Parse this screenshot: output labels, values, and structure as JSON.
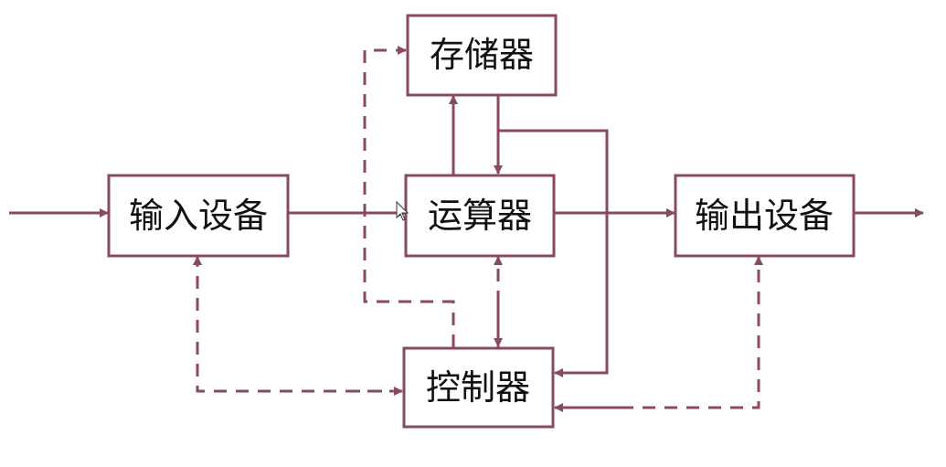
{
  "diagram": {
    "colors": {
      "line": "#8a4a5e",
      "text": "#111111",
      "box_fill": "#ffffff"
    },
    "nodes": {
      "input": {
        "label": "输入设备"
      },
      "memory": {
        "label": "存储器"
      },
      "alu": {
        "label": "运算器"
      },
      "output": {
        "label": "输出设备"
      },
      "control": {
        "label": "控制器"
      }
    },
    "edges": [
      {
        "from": "external",
        "to": "input",
        "style": "solid"
      },
      {
        "from": "input",
        "to": "alu",
        "style": "solid"
      },
      {
        "from": "alu",
        "to": "memory",
        "style": "solid"
      },
      {
        "from": "memory",
        "to": "alu",
        "style": "solid"
      },
      {
        "from": "memory",
        "to": "control",
        "style": "solid"
      },
      {
        "from": "alu",
        "to": "output",
        "style": "solid"
      },
      {
        "from": "output",
        "to": "external",
        "style": "solid"
      },
      {
        "from": "control",
        "to": "memory",
        "style": "dashed"
      },
      {
        "from": "control",
        "to": "alu",
        "style": "dashed"
      },
      {
        "from": "control",
        "to": "input",
        "style": "dashed"
      },
      {
        "from": "control",
        "to": "output",
        "style": "dashed"
      }
    ]
  }
}
